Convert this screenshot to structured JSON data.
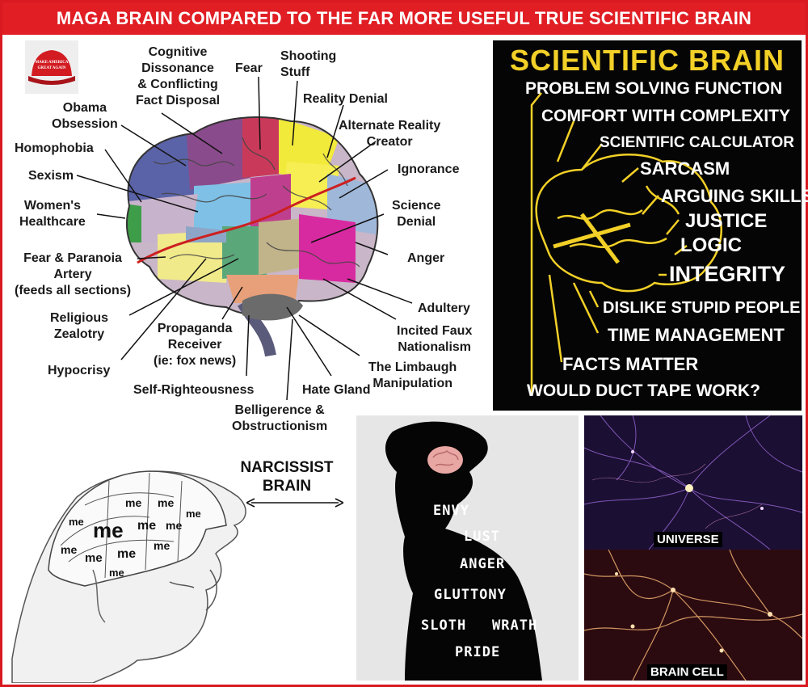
{
  "title": "MAGA BRAIN COMPARED TO THE FAR MORE USEFUL TRUE SCIENTIFIC BRAIN",
  "cap_text": [
    "MAKE AMERICA",
    "GREAT AGAIN"
  ],
  "maga_labels": {
    "cognitive": "Cognitive\nDissonance\n& Conflicting\nFact Disposal",
    "fear": "Fear",
    "shooting": "Shooting\nStuff",
    "obama": "Obama\nObsession",
    "reality_denial": "Reality Denial",
    "alternate": "Alternate Reality\nCreator",
    "homophobia": "Homophobia",
    "ignorance": "Ignorance",
    "sexism": "Sexism",
    "science_denial": "Science\nDenial",
    "womens": "Women's\nHealthcare",
    "anger": "Anger",
    "paranoia": "Fear & Paranoia\nArtery\n(feeds all sections)",
    "adultery": "Adultery",
    "religious": "Religious\nZealotry",
    "propaganda": "Propaganda\nReceiver\n(ie: fox news)",
    "incited": "Incited Faux\nNationalism",
    "hypocrisy": "Hypocrisy",
    "limbaugh": "The Limbaugh\nManipulation",
    "self_righteous": "Self-Righteousness",
    "hate": "Hate Gland",
    "belligerence": "Belligerence &\nObstructionism"
  },
  "scientific": {
    "title": "SCIENTIFIC BRAIN",
    "items": [
      "PROBLEM SOLVING FUNCTION",
      "COMFORT WITH COMPLEXITY",
      "SCIENTIFIC CALCULATOR",
      "SARCASM",
      "ARGUING SKILLS",
      "JUSTICE",
      "LOGIC",
      "INTEGRITY",
      "DISLIKE STUPID PEOPLE",
      "TIME MANAGEMENT",
      "FACTS MATTER",
      "WOULD DUCT TAPE WORK?"
    ]
  },
  "narcissist": {
    "label": "NARCISSIST\nBRAIN",
    "me_word": "me"
  },
  "sins": [
    "ENVY",
    "LUST",
    "ANGER",
    "GLUTTONY",
    "SLOTH",
    "WRATH",
    "PRIDE"
  ],
  "universe_label": "UNIVERSE",
  "brain_cell_label": "BRAIN CELL",
  "colors": {
    "title_red": "#e01e24",
    "scientific_yellow": "#f2d027",
    "scientific_bg": "#050505"
  }
}
